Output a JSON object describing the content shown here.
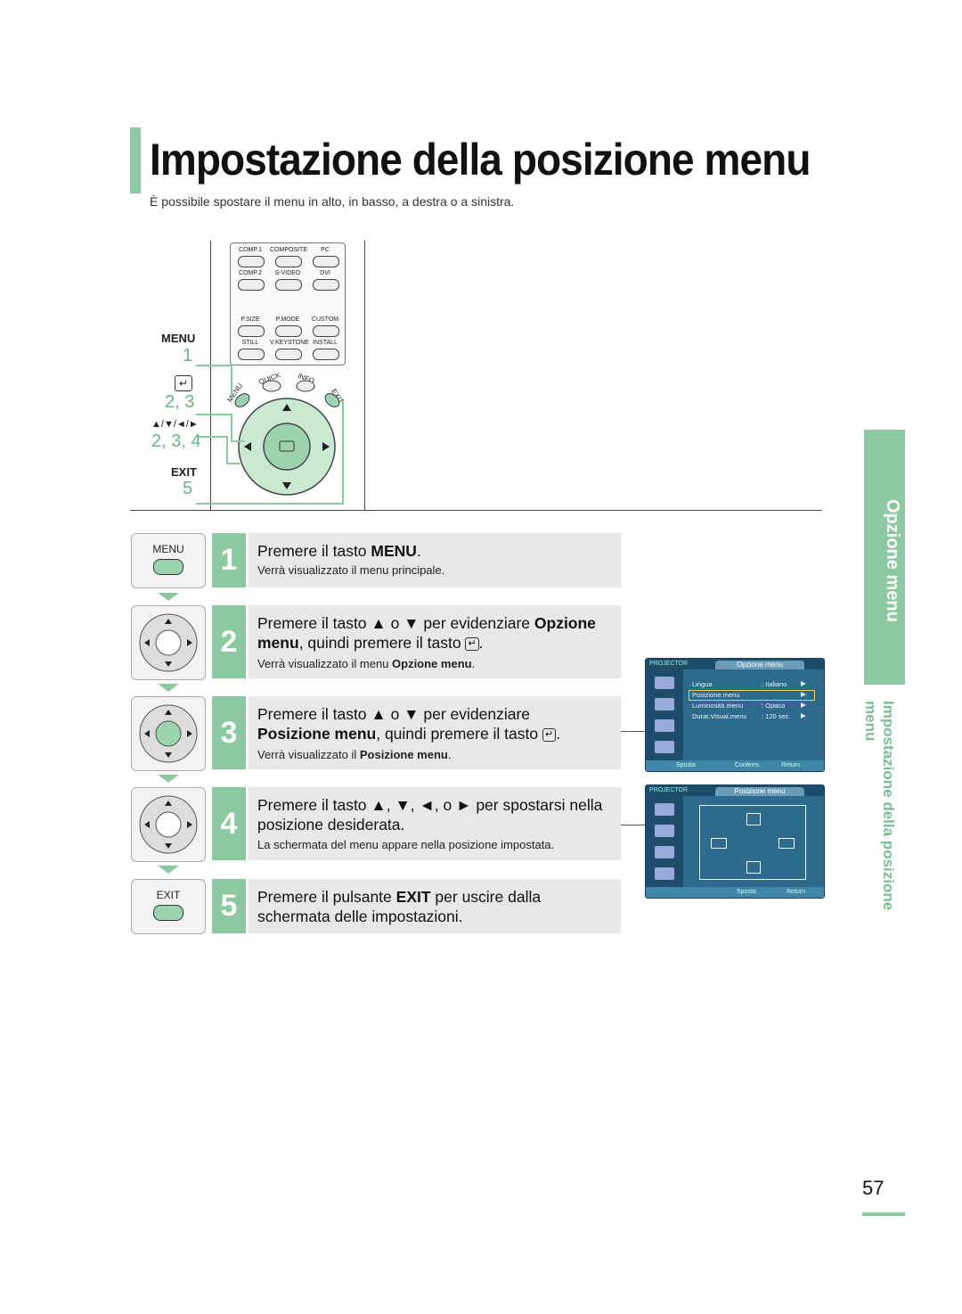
{
  "header": {
    "title": "Impostazione della posizione menu",
    "subtitle": "È possibile spostare il menu in alto, in basso, a destra o a sinistra."
  },
  "remote": {
    "row1": [
      "COMP.1",
      "COMPOSITE",
      "PC"
    ],
    "row2": [
      "COMP.2",
      "S-VIDEO",
      "DVI"
    ],
    "row3": [
      "P.SIZE",
      "P.MODE",
      "CUSTOM"
    ],
    "row4": [
      "STILL",
      "V.KEYSTONE",
      "INSTALL"
    ],
    "arc_labels": [
      "MENU",
      "QUICK",
      "INFO",
      "EXIT"
    ],
    "left_labels": {
      "menu": "MENU",
      "menu_step": "1",
      "enter_step": "2, 3",
      "arrows": "▲/▼/◄/►",
      "arrows_step": "2, 3, 4",
      "exit": "EXIT",
      "exit_step": "5"
    }
  },
  "steps": [
    {
      "num": "1",
      "icon_label": "MENU",
      "main_a": "Premere il tasto ",
      "main_b": "MENU",
      "main_c": ".",
      "sub": "Verrà visualizzato il menu principale."
    },
    {
      "num": "2",
      "main_line1_a": "Premere il tasto ▲ o ▼ per evidenziare ",
      "main_line1_b": "Opzione",
      "main_line2_a": "menu",
      "main_line2_b": ", quindi premere il tasto ",
      "sub_a": "Verrà visualizzato il menu ",
      "sub_b": "Opzione menu",
      "sub_c": "."
    },
    {
      "num": "3",
      "main_line1": "Premere il tasto ▲ o ▼ per evidenziare",
      "main_line2_a": "Posizione menu",
      "main_line2_b": ", quindi premere il tasto ",
      "sub_a": "Verrà visualizzato il ",
      "sub_b": "Posizione menu",
      "sub_c": "."
    },
    {
      "num": "4",
      "main_line1": "Premere il tasto ▲, ▼, ◄, o ► per spostarsi nella",
      "main_line2": "posizione desiderata.",
      "sub": "La schermata del menu appare nella posizione impostata."
    },
    {
      "num": "5",
      "icon_label": "EXIT",
      "main_line1_a": "Premere il pulsante ",
      "main_line1_b": "EXIT",
      "main_line1_c": " per uscire dalla",
      "main_line2": "schermata delle impostazioni."
    }
  ],
  "osd1": {
    "brand": "PROJECTOR",
    "tab": "Opzione menu",
    "items": [
      {
        "label": "Lingua",
        "value": ": Italiano"
      },
      {
        "label": "Posizione menu",
        "value": ""
      },
      {
        "label": "Luminosità menu",
        "value": ": Opaco"
      },
      {
        "label": "Durat.Visual.menu",
        "value": ": 120 sec."
      }
    ],
    "footer": [
      "Sposta",
      "Conferm.",
      "Return"
    ]
  },
  "osd2": {
    "brand": "PROJECTOR",
    "tab": "Posizione menu",
    "footer": [
      "Sposta",
      "Return"
    ]
  },
  "sidebar": {
    "tab_label": "Opzione menu",
    "section_label": "Impostazione della posizione menu"
  },
  "page": {
    "number": "57"
  },
  "colors": {
    "accent": "#8cc9a0",
    "osd_bg": "#2d6a8c"
  }
}
